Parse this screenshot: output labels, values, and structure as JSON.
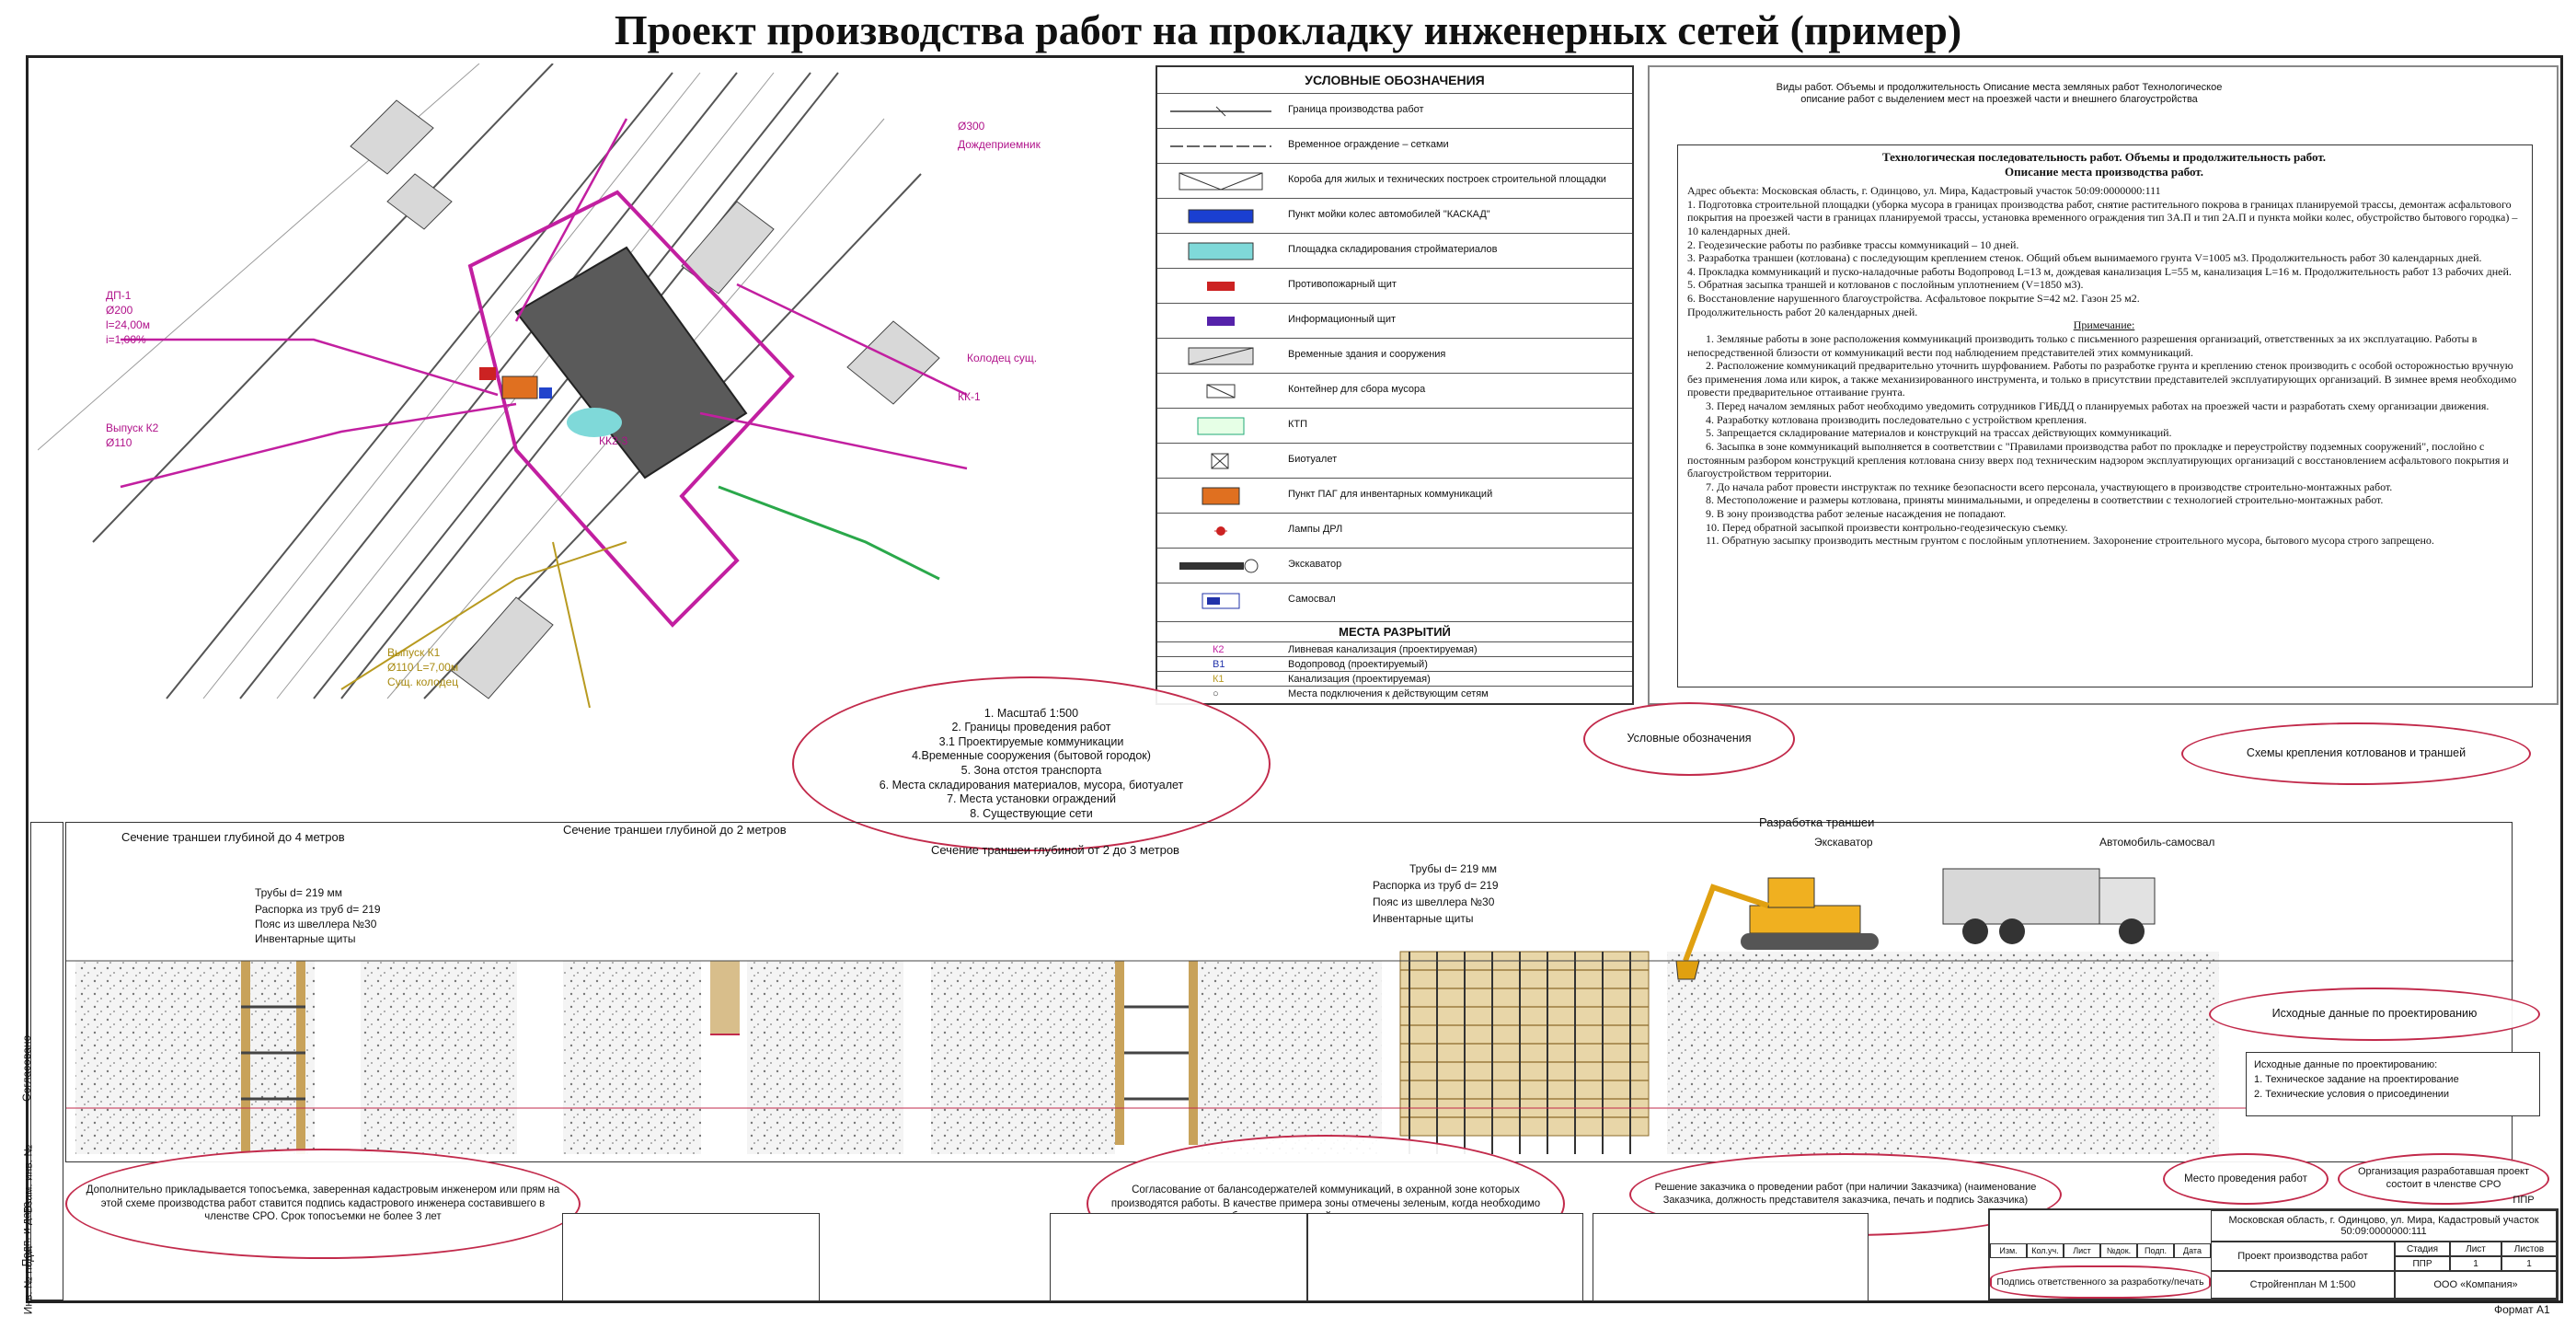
{
  "title": "Проект производства работ на прокладку инженерных сетей (пример)",
  "legend": {
    "header": "УСЛОВНЫЕ ОБОЗНАЧЕНИЯ",
    "items": [
      "Граница производства работ",
      "Временное ограждение – сетками",
      "Короба для жилых и технических построек строительной площадки",
      "Пункт мойки колес автомобилей \"КАСКАД\"",
      "Площадка складирования стройматериалов",
      "Противопожарный щит",
      "Информационный щит",
      "Временные здания и сооружения",
      "Контейнер для сбора мусора",
      "КТП",
      "Биотуалет",
      "Пункт ПАГ для инвентарных коммуникаций",
      "Лампы ДРЛ",
      "Экскаватор",
      "Самосвал"
    ],
    "section2": "МЕСТА РАЗРЫТИЙ",
    "section2_items": [
      "Ливневая канализация (проектируемая)",
      "Водопровод (проектируемый)",
      "Канализация (проектируемая)",
      "Места подключения к действующим сетям"
    ],
    "section2_codes": [
      "К2",
      "В1",
      "К1",
      "○"
    ]
  },
  "notes": {
    "callout": "Виды работ. Объемы и продолжительность Описание места земляных работ Технологическое описание работ с выделением мест на проезжей части и внешнего благоустройства",
    "heading1": "Технологическая последовательность работ. Объемы и продолжительность работ.",
    "heading2": "Описание места производства работ.",
    "address": "Адрес объекта: Московская область, г. Одинцово, ул. Мира, Кадастровый участок 50:09:0000000:111",
    "paragraphs": [
      "1. Подготовка строительной площадки (уборка мусора в границах производства работ, снятие растительного покрова в границах планируемой трассы, демонтаж асфальтового покрытия на проезжей части в границах планируемой трассы, установка временного ограждения тип 3А.П и тип 2А.П и пункта мойки колес, обустройство бытового городка) – 10 календарных дней.",
      "2. Геодезические работы по разбивке трассы коммуникаций – 10 дней.",
      "3. Разработка траншеи (котлована) с последующим креплением стенок. Общий объем вынимаемого грунта V=1005 м3. Продолжительность работ 30 календарных дней.",
      "4. Прокладка коммуникаций и пуско-наладочные работы Водопровод L=13 м, дождевая канализация L=55 м, канализация L=16 м. Продолжительность работ 13 рабочих дней.",
      "5. Обратная засыпка траншей и котлованов с послойным уплотнением (V=1850 м3).",
      "6. Восстановление нарушенного благоустройства. Асфальтовое покрытие S=42 м2. Газон 25 м2.",
      "Продолжительность работ 20 календарных дней."
    ],
    "remarks_title": "Примечание:",
    "remarks": [
      "1. Земляные работы в зоне расположения коммуникаций производить только с письменного разрешения организаций, ответственных за их эксплуатацию. Работы в непосредственной близости от коммуникаций вести под наблюдением представителей этих коммуникаций.",
      "2. Расположение коммуникаций предварительно уточнить шурфованием. Работы по разработке грунта и креплению стенок производить с особой осторожностью вручную без применения лома или кирок, а также механизированного инструмента, и только в присутствии представителей эксплуатирующих организаций. В зимнее время необходимо провести предварительное оттаивание грунта.",
      "3. Перед началом земляных работ необходимо уведомить сотрудников ГИБДД о планируемых работах на проезжей части и разработать схему организации движения.",
      "4. Разработку котлована производить последовательно с устройством крепления.",
      "5. Запрещается складирование материалов и конструкций на трассах действующих коммуникаций.",
      "6. Засыпка в зоне коммуникаций выполняется в соответствии с \"Правилами производства работ по прокладке и переустройству подземных сооружений\", послойно с постоянным разбором конструкций крепления котлована снизу вверх под техническим надзором эксплуатирующих организаций с восстановлением асфальтового покрытия и благоустройством территории.",
      "7. До начала работ провести инструктаж по технике безопасности всего персонала, участвующего в производстве строительно-монтажных работ.",
      "8. Местоположение и размеры котлована, приняты минимальными, и определены в соответствии с технологией строительно-монтажных работ.",
      "9. В зону производства работ зеленые насаждения не попадают.",
      "10. Перед обратной засыпкой произвести контрольно-геодезическую съемку.",
      "11. Обратную засыпку производить местным грунтом с послойным уплотнением. Захоронение строительного мусора, бытового мусора строго запрещено."
    ]
  },
  "map_ellipse": {
    "lines": [
      "1. Масштаб 1:500",
      "2. Границы проведения работ",
      "3.1 Проектируемые коммуникации",
      "4.Временные сооружения (бытовой городок)",
      "5. Зона отстоя транспорта",
      "6. Места складирования материалов, мусора, биотуалет",
      "7. Места установки ограждений",
      "8. Существующие сети"
    ]
  },
  "callouts": {
    "legend_callout": "Условные обозначения",
    "scheme_callout": "Схемы крепления котлованов и траншей",
    "source_data_title": "Исходные данные по проектированию",
    "source_data_box": [
      "Исходные данные по проектированию:",
      "1. Техническое задание на проектирование",
      "2. Технические условия о присоединении"
    ],
    "work_place": "Место проведения работ",
    "sro": "Организация разработавшая проект состоит в членстве СРО",
    "topo": "Дополнительно прикладывается топосъемка, заверенная кадастровым инженером или прям на этой схеме производства работ ставится подпись кадастрового инженера составившего в членстве СРО. Срок топосъемки не более 3 лет",
    "balance": "Согласование от балансодержателей коммуникаций, в охранной зоне которых производятся работы. В качестве примера зоны отмечены зеленым, когда необходимо согласование от балансодержателей, так как попадает в охрану их зону",
    "customer": "Решение заказчика о проведении работ (при наличии Заказчика) (наименование Заказчика, должность представителя заказчика, печать и подпись Заказчика)"
  },
  "sections": {
    "s1": "Сечение траншеи глубиной до 4 метров",
    "s2": "Сечение траншеи глубиной до 2 метров",
    "s3": "Сечение траншеи глубиной от 2 до 3 метров",
    "s4": "Разработка траншеи",
    "excavator": "Экскаватор",
    "truck": "Автомобиль-самосвал",
    "labels": [
      "Трубы d= 219 мм",
      "Распорка из труб d= 219",
      "Пояс из швеллера №30",
      "Инвентарные щиты"
    ]
  },
  "map_labels": {
    "pink": [
      "Дождеприемник",
      "Ø300",
      "КК-1",
      "Ø200",
      "ДП-1",
      "l=24,00м",
      "i=1,00%",
      "Выпуск К2",
      "Ø110",
      "Колодец сущ.",
      "КК2-3"
    ],
    "olive": [
      "Выпуск К1",
      "Ø110 L=7,00м",
      "Сущ. колодец"
    ]
  },
  "stamp": {
    "object": "Московская область, г. Одинцово, ул. Мира, Кадастровый участок 50:09:0000000:111",
    "doc_title": "Проект производства работ",
    "stage": "ППР",
    "plan": "Стройгенплан М 1:500",
    "company": "ООО «Компания»",
    "format": "Формат А1",
    "code": "ППР",
    "sheet": "1",
    "sheets": "1",
    "signature": "Подпись ответственного за разработку/печать",
    "cols": [
      "Изм.",
      "Кол.уч.",
      "Лист",
      "№док.",
      "Подп.",
      "Дата"
    ],
    "col_heads": [
      "Стадия",
      "Лист",
      "Листов"
    ]
  },
  "side_labels": [
    "Согласовано",
    "Взам. инв. №",
    "Подп. и дата",
    "Инв. № подл."
  ],
  "colors": {
    "boundary": "#c21fa0",
    "building": "#555555",
    "callout": "#c22a4b",
    "soil": "#f2f2f2",
    "sheeting": "#c8a25a"
  }
}
